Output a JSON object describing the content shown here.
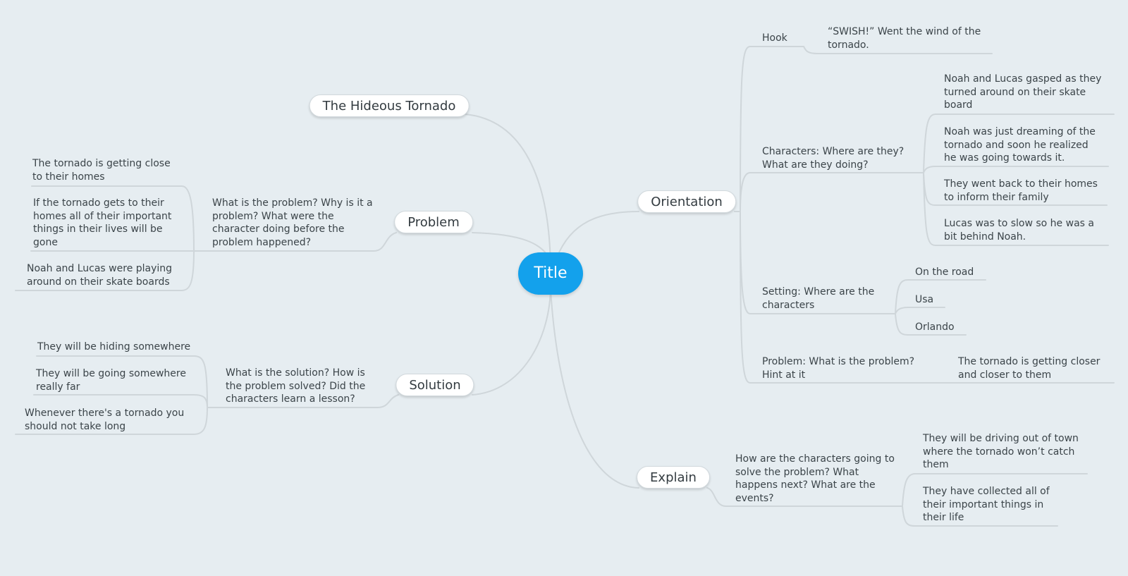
{
  "central": {
    "label": "Title"
  },
  "left": {
    "tornado": {
      "label": "The Hideous Tornado"
    },
    "problem": {
      "label": "Problem",
      "question": "What is the problem? Why is it a problem? What were the character doing before the problem happened?",
      "answers": [
        "The tornado is getting close to their homes",
        "If the tornado gets to their homes all of their important things in their lives will be gone",
        "Noah and Lucas were playing around on their skate boards"
      ]
    },
    "solution": {
      "label": "Solution",
      "question": "What is the solution? How is the problem solved? Did the characters learn a lesson?",
      "answers": [
        "They will be hiding somewhere",
        "They will be going somewhere really far",
        "Whenever there's a tornado you should not take long"
      ]
    }
  },
  "right": {
    "orientation": {
      "label": "Orientation",
      "hook": {
        "label": "Hook",
        "answer": "“SWISH!” Went the wind of the tornado."
      },
      "characters": {
        "label": "Characters: Where are they? What are they doing?",
        "answers": [
          "Noah and Lucas gasped as they turned around on their skate board",
          "Noah was just dreaming of the tornado and soon he realized he was going towards it.",
          "They went back to their homes to inform their family",
          "Lucas was to slow so he was a bit behind Noah."
        ]
      },
      "setting": {
        "label": "Setting: Where are the characters",
        "answers": [
          "On the road",
          "Usa",
          "Orlando"
        ]
      },
      "problem": {
        "label": "Problem: What is the problem? Hint at it",
        "answer": "The tornado is getting closer and closer to them"
      }
    },
    "explain": {
      "label": "Explain",
      "question": "How are the characters going to solve the problem? What happens next? What are the events?",
      "answers": [
        "They will be driving out of town where the tornado won’t catch them",
        "They have collected all of their important things in their life"
      ]
    }
  },
  "colors": {
    "background": "#e6edf1",
    "central": "#13a1ec",
    "connector": "#cfd6da",
    "text": "#3b4449"
  }
}
